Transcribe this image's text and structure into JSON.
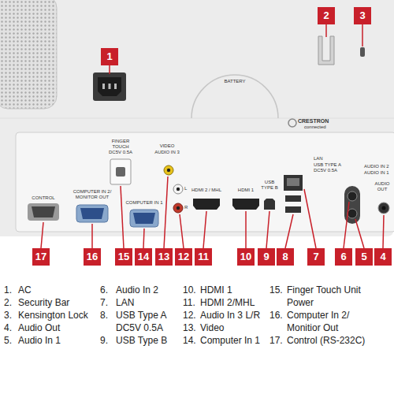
{
  "diagram": {
    "nodes": [
      {
        "text": [
          "2"
        ]
      },
      {
        "text": [
          "3"
        ]
      },
      {
        "text": [
          "1"
        ]
      },
      {
        "text": [
          "17"
        ]
      },
      {
        "text": [
          "16"
        ]
      },
      {
        "text": [
          "15"
        ]
      },
      {
        "text": [
          "14"
        ]
      },
      {
        "text": [
          "13"
        ]
      },
      {
        "text": [
          "12"
        ]
      },
      {
        "text": [
          "11"
        ]
      },
      {
        "text": [
          "10"
        ]
      },
      {
        "text": [
          "9"
        ]
      },
      {
        "text": [
          "8"
        ]
      },
      {
        "text": [
          "7"
        ]
      },
      {
        "text": [
          "6"
        ]
      },
      {
        "text": [
          "5"
        ]
      },
      {
        "text": [
          "4"
        ]
      }
    ],
    "labels": [
      "BATTERY",
      "CRESTRON",
      "connected",
      "LAN",
      "USB TYPE A DC5V 0.5A",
      "FINGER TOUCH DC5V 0.5A",
      "VIDEO",
      "AUDIO IN 3",
      "L",
      "R",
      "CONTROL",
      "COMPUTER IN 2/ MONITOR OUT",
      "COMPUTER IN 1",
      "HDMI 2 / MHL",
      "HDMI 1",
      "USB TYPE B",
      "AUDIO IN 2",
      "AUDIO IN 1",
      "AUDIO OUT",
      "1.",
      "AC",
      "2.",
      "Security Bar",
      "3.",
      "Kensington Lock",
      "4.",
      "Audio Out",
      "5.",
      "Audio In 1",
      "6.",
      "Audio In 2",
      "7.",
      "LAN",
      "8.",
      "USB Type A DC5V 0.5A",
      "9.",
      "USB Type B",
      "10.",
      "HDMI 1",
      "11.",
      "HDMI 2/MHL",
      "12.",
      "Audio In 3 L/R",
      "13.",
      "Video",
      "14.",
      "Computer In 1",
      "15.",
      "Finger Touch Unit Power",
      "16.",
      "Computer In 2/ Monitior Out",
      "17.",
      "Control (RS-232C)"
    ]
  }
}
